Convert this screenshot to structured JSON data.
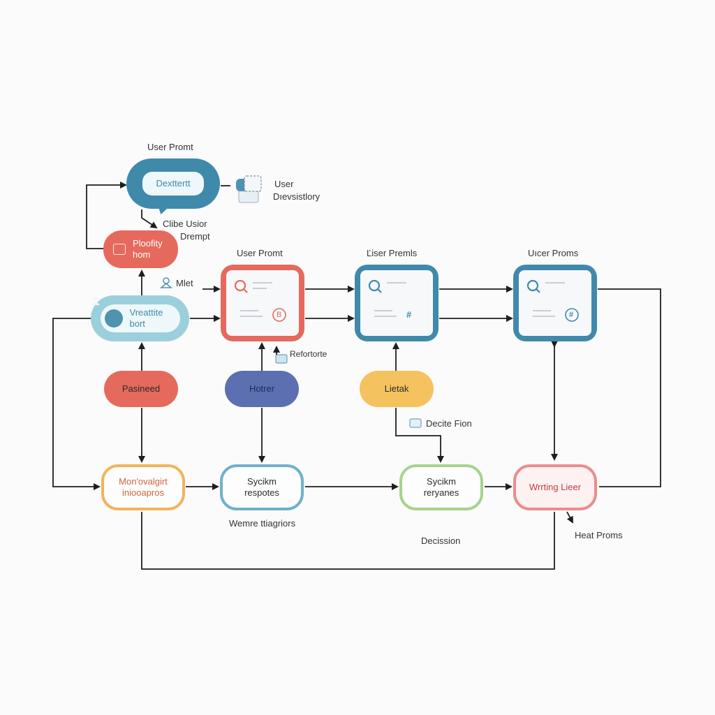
{
  "colors": {
    "teal": "#3f8aab",
    "red": "#e56a5d",
    "blue": "#5c6fb0",
    "yellow": "#f4c25e",
    "orange_border": "#f2b35c",
    "green_border": "#a7d38c",
    "pink_border": "#ea8d8f",
    "line": "#1e1e1e"
  },
  "labels": {
    "top_title": "User Promt",
    "user_repo_line1": "User",
    "user_repo_line2": "Dıevsistlory",
    "clibe_line1": "Clibe Usior",
    "clibe_line2": "Drempt",
    "mlet": "Mlet",
    "card1_title": "User Promt",
    "card2_title": "Ľiser Premls",
    "card3_title": "Uıcer Proms",
    "refortorte": "Refortorte",
    "decision_fion": "Decite Fion",
    "wemre": "Wemre ttiagriors",
    "decission": "Decission",
    "heat_proms": "Heat Proms"
  },
  "nodes": {
    "speech": "Dexttertt",
    "red_pill_line1": "Ploofity",
    "red_pill_line2": "hom",
    "teal_pill_line1": "Vreattite",
    "teal_pill_line2": "bort",
    "pill_red": "Pasineed",
    "pill_blue": "Hotrer",
    "pill_yellow": "Lietak",
    "bottom_orange_line1": "Mon'ovalgirt",
    "bottom_orange_line2": "iniooapros",
    "bottom_teal_line1": "Sycikm",
    "bottom_teal_line2": "respotes",
    "bottom_green_line1": "Sycikm",
    "bottom_green_line2": "reryanes",
    "bottom_red": "Wrrting Lieer"
  },
  "card_badges": {
    "card1": "B",
    "card2": "#",
    "card3": "#"
  },
  "icons": [
    "magnifier-icon",
    "user-icon",
    "document-icon",
    "chat-bubble-icon",
    "hash-icon",
    "person-outline-icon"
  ]
}
